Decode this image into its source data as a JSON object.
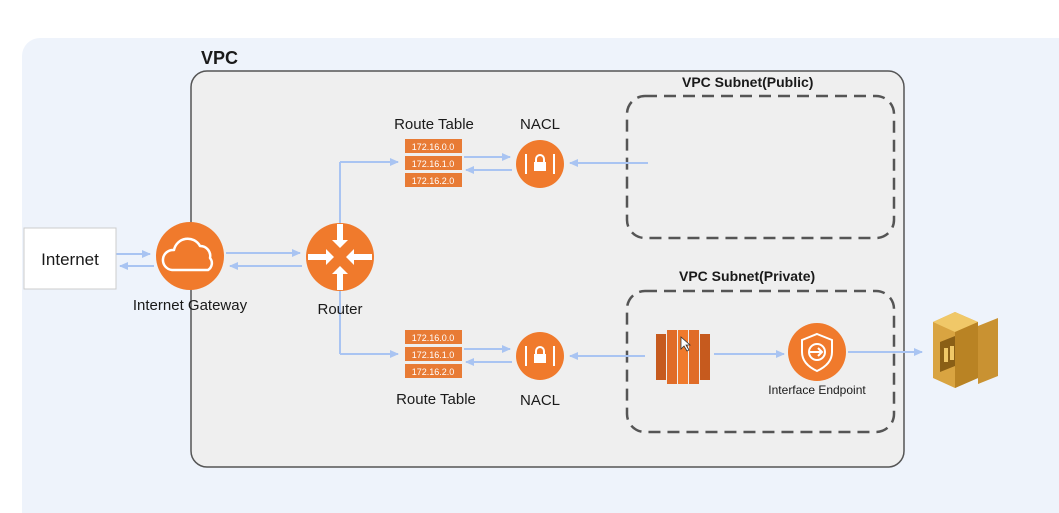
{
  "diagram": {
    "vpc_label": "VPC",
    "public_subnet_label": "VPC Subnet(Public)",
    "private_subnet_label": "VPC Subnet(Private)",
    "internet_label": "Internet",
    "internet_gateway_label": "Internet Gateway",
    "router_label": "Router",
    "route_table_top_label": "Route Table",
    "route_table_bottom_label": "Route Table",
    "nacl_top_label": "NACL",
    "nacl_bottom_label": "NACL",
    "interface_endpoint_label": "Interface Endpoint",
    "route_entries": [
      "172.16.0.0",
      "172.16.1.0",
      "172.16.2.0"
    ],
    "colors": {
      "background_panel": "#eef3fb",
      "vpc_fill": "#efefef",
      "aws_orange": "#f07a2c",
      "arrow_blue": "#a9c4f2",
      "route_bar": "#e87b35"
    },
    "icons": {
      "gateway": "cloud-icon",
      "router": "router-arrows-icon",
      "nacl": "lock-icon",
      "instance": "ec2-instance-icon",
      "endpoint": "shield-arrow-icon",
      "service": "sqs-queue-icon"
    }
  }
}
